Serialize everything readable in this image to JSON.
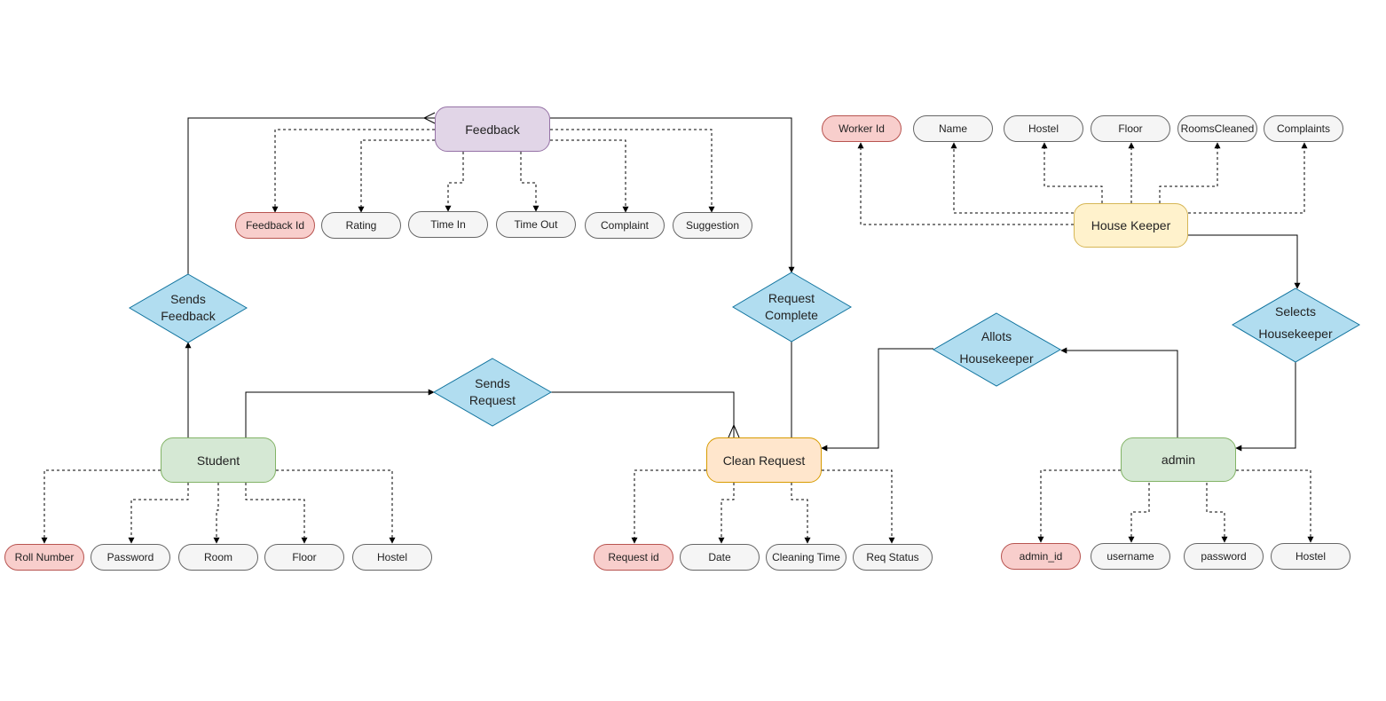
{
  "entities": {
    "feedback": {
      "label": "Feedback"
    },
    "student": {
      "label": "Student"
    },
    "clean_request": {
      "label": "Clean Request"
    },
    "house_keeper": {
      "label": "House Keeper"
    },
    "admin": {
      "label": "admin"
    }
  },
  "relationships": {
    "sends_feedback": {
      "line1": "Sends",
      "line2": "Feedback"
    },
    "sends_request": {
      "line1": "Sends",
      "line2": "Request"
    },
    "request_complete": {
      "line1": "Request",
      "line2": "Complete"
    },
    "allots_housekeeper": {
      "line1": "Allots",
      "line2": "Housekeeper"
    },
    "selects_housekeeper": {
      "line1": "Selects",
      "line2": "Housekeeper"
    }
  },
  "attributes": {
    "feedback": [
      "Feedback Id",
      "Rating",
      "Time In",
      "Time Out",
      "Complaint",
      "Suggestion"
    ],
    "house_keeper": [
      "Worker Id",
      "Name",
      "Hostel",
      "Floor",
      "RoomsCleaned",
      "Complaints"
    ],
    "student": [
      "Roll Number",
      "Password",
      "Room",
      "Floor",
      "Hostel"
    ],
    "clean_request": [
      "Request id",
      "Date",
      "Cleaning Time",
      "Req Status"
    ],
    "admin": [
      "admin_id",
      "username",
      "password",
      "Hostel"
    ]
  },
  "colors": {
    "entity_feedback": "#e1d5e7",
    "entity_student": "#d5e8d4",
    "entity_admin": "#d5e8d4",
    "entity_clean_request": "#ffe6cc",
    "entity_house_keeper": "#fff2cc",
    "relationship": "#b1ddf0",
    "relationship_border": "#10739e",
    "key_attribute": "#f8cecc",
    "attribute": "#f5f5f5"
  }
}
